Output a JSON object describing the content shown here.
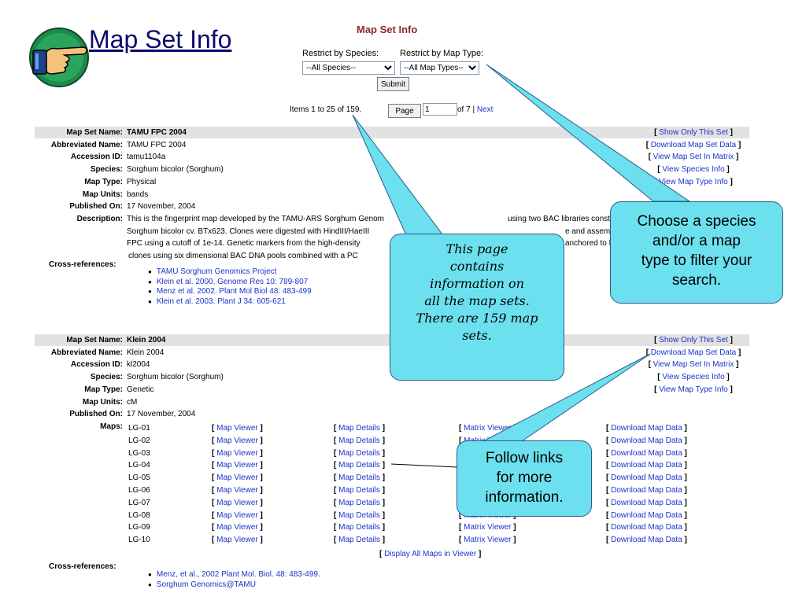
{
  "slide": {
    "title": "Map Set Info"
  },
  "page": {
    "title": "Map Set Info",
    "species_label": "Restrict by Species:",
    "maptype_label": "Restrict by Map Type:",
    "species_value": "--All Species--",
    "maptype_value": "--All Map Types--",
    "submit_label": "Submit",
    "items_text": "Items 1 to 25 of 159.",
    "page_button": "Page",
    "page_value": "1",
    "of_pages": "of 7 |",
    "next_label": "Next"
  },
  "mapset1": {
    "labels": [
      "Map Set Name:",
      "Abbreviated Name:",
      "Accession ID:",
      "Species:",
      "Map Type:",
      "Map Units:",
      "Published On:",
      "Description:",
      "Cross-references:"
    ],
    "name": "TAMU FPC 2004",
    "abbrev": "TAMU FPC 2004",
    "accession": "tamu1104a",
    "species": "Sorghum bicolor (Sorghum)",
    "map_type": "Physical",
    "map_units": "bands",
    "published": "17 November, 2004",
    "desc_lines": [
      "This is the fingerprint map developed by the TAMU-ARS Sorghum Genom",
      "Sorghum bicolor cv. BTx623. Clones were digested with HindIII/HaeIII",
      "FPC using a cutoff of 1e-14. Genetic markers from the high-density",
      "clones using six dimensional BAC DNA pools combined with a PC"
    ],
    "desc_tail_lines": [
      "using two BAC libraries constructed fro",
      "",
      "",
      ""
    ],
    "desc_right_lines": [
      "",
      "e and assemble",
      "anchored to BA",
      ""
    ],
    "xrefs": [
      "TAMU Sorghum Genomics Project",
      "Klein et al. 2000. Genome Res 10: 789-807",
      "Menz et al. 2002. Plant Mol Biol 48: 483-499",
      "Klein et al. 2003. Plant J 34: 605-621"
    ],
    "links": [
      "Show Only This Set",
      "Download Map Set Data",
      "View Map Set In Matrix",
      "View Species Info",
      "View Map Type Info"
    ]
  },
  "mapset2": {
    "labels": [
      "Map Set Name:",
      "Abbreviated Name:",
      "Accession ID:",
      "Species:",
      "Map Type:",
      "Map Units:",
      "Published On:",
      "Maps:"
    ],
    "name": "Klein 2004",
    "abbrev": "Klein 2004",
    "accession": "kl2004",
    "species": "Sorghum bicolor (Sorghum)",
    "map_type": "Genetic",
    "map_units": "cM",
    "published": "17 November, 2004",
    "links": [
      "Show Only This Set",
      "Download Map Set Data",
      "View Map Set In Matrix",
      "View Species Info",
      "View Map Type Info"
    ],
    "maps": [
      "LG-01",
      "LG-02",
      "LG-03",
      "LG-04",
      "LG-05",
      "LG-06",
      "LG-07",
      "LG-08",
      "LG-09",
      "LG-10"
    ],
    "map_viewer": "Map Viewer",
    "map_details": "Map Details",
    "matrix_viewer": "Matrix Viewer",
    "download_map_data": "Download Map Data",
    "display_all": "Display All Maps in Viewer",
    "xref_label": "Cross-references:",
    "xrefs": [
      "Menz, et al., 2002 Plant Mol. Biol. 48: 483-499.",
      "Sorghum Genomics@TAMU"
    ]
  },
  "callouts": {
    "mapsets": [
      "This page",
      "contains",
      "information on",
      "all the map sets.",
      "There are 159 map",
      "sets."
    ],
    "filter": [
      "Choose a species",
      "and/or a map",
      "type to filter your",
      "search."
    ],
    "links": [
      "Follow links",
      "for more",
      "information."
    ]
  },
  "colors": {
    "callout": "#6de0ef",
    "link": "#1a33cc",
    "band": "#e2e2e2",
    "page_title": "#8a2a2a"
  }
}
